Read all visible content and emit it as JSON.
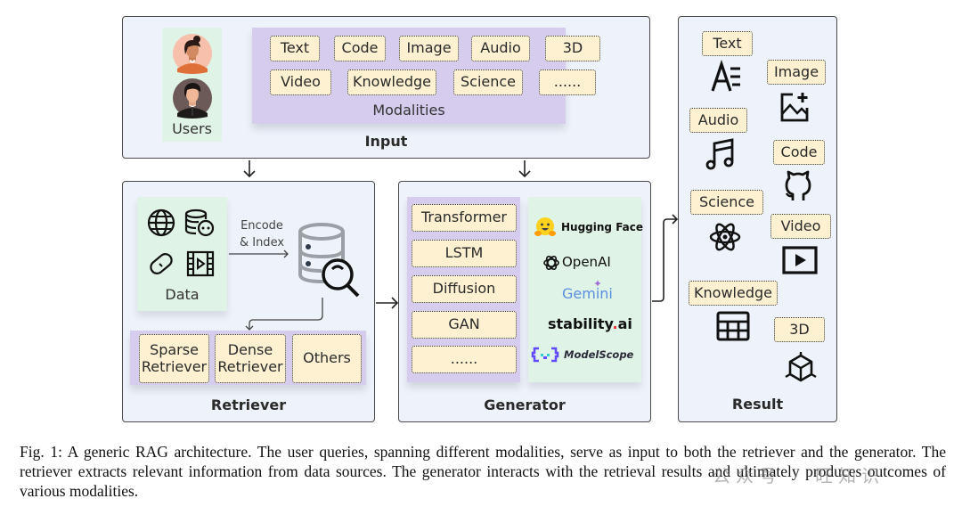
{
  "input": {
    "title": "Input",
    "users_label": "Users",
    "modalities_label": "Modalities",
    "modalities": [
      "Text",
      "Code",
      "Image",
      "Audio",
      "3D",
      "Video",
      "Knowledge",
      "Science",
      "......"
    ]
  },
  "retriever": {
    "title": "Retriever",
    "data_label": "Data",
    "encode_label_line1": "Encode",
    "encode_label_line2": "& Index",
    "types": [
      {
        "line1": "Sparse",
        "line2": "Retriever"
      },
      {
        "line1": "Dense",
        "line2": "Retriever"
      },
      {
        "line1": "Others",
        "line2": ""
      }
    ]
  },
  "generator": {
    "title": "Generator",
    "models": [
      "Transformer",
      "LSTM",
      "Diffusion",
      "GAN",
      "......"
    ],
    "platforms": {
      "hugging_face": "Hugging Face",
      "openai": "OpenAI",
      "gemini": "Gemini",
      "stability_main": "stability",
      "stability_dot": ".",
      "stability_ai": "ai",
      "modelscope": "ModelScope"
    }
  },
  "result": {
    "title": "Result",
    "items": [
      {
        "label": "Text",
        "icon": "text-icon"
      },
      {
        "label": "Image",
        "icon": "image-add-icon"
      },
      {
        "label": "Audio",
        "icon": "music-note-icon"
      },
      {
        "label": "Code",
        "icon": "github-icon"
      },
      {
        "label": "Science",
        "icon": "atom-icon"
      },
      {
        "label": "Video",
        "icon": "play-icon"
      },
      {
        "label": "Knowledge",
        "icon": "table-icon"
      },
      {
        "label": "3D",
        "icon": "cube-icon"
      }
    ]
  },
  "caption": "Fig. 1: A generic RAG architecture. The user queries, spanning different modalities, serve as input to both the retriever and the generator. The retriever extracts relevant information from data sources. The generator interacts with the retrieval results and ultimately produces outcomes of various modalities.",
  "watermark": "公众号 · 旺知识",
  "colors": {
    "panel_bg": "#eef2fb",
    "purple_bg": "#d6ccee",
    "green_bg": "#dff3e6",
    "tag_bg": "#fdf1d2"
  }
}
